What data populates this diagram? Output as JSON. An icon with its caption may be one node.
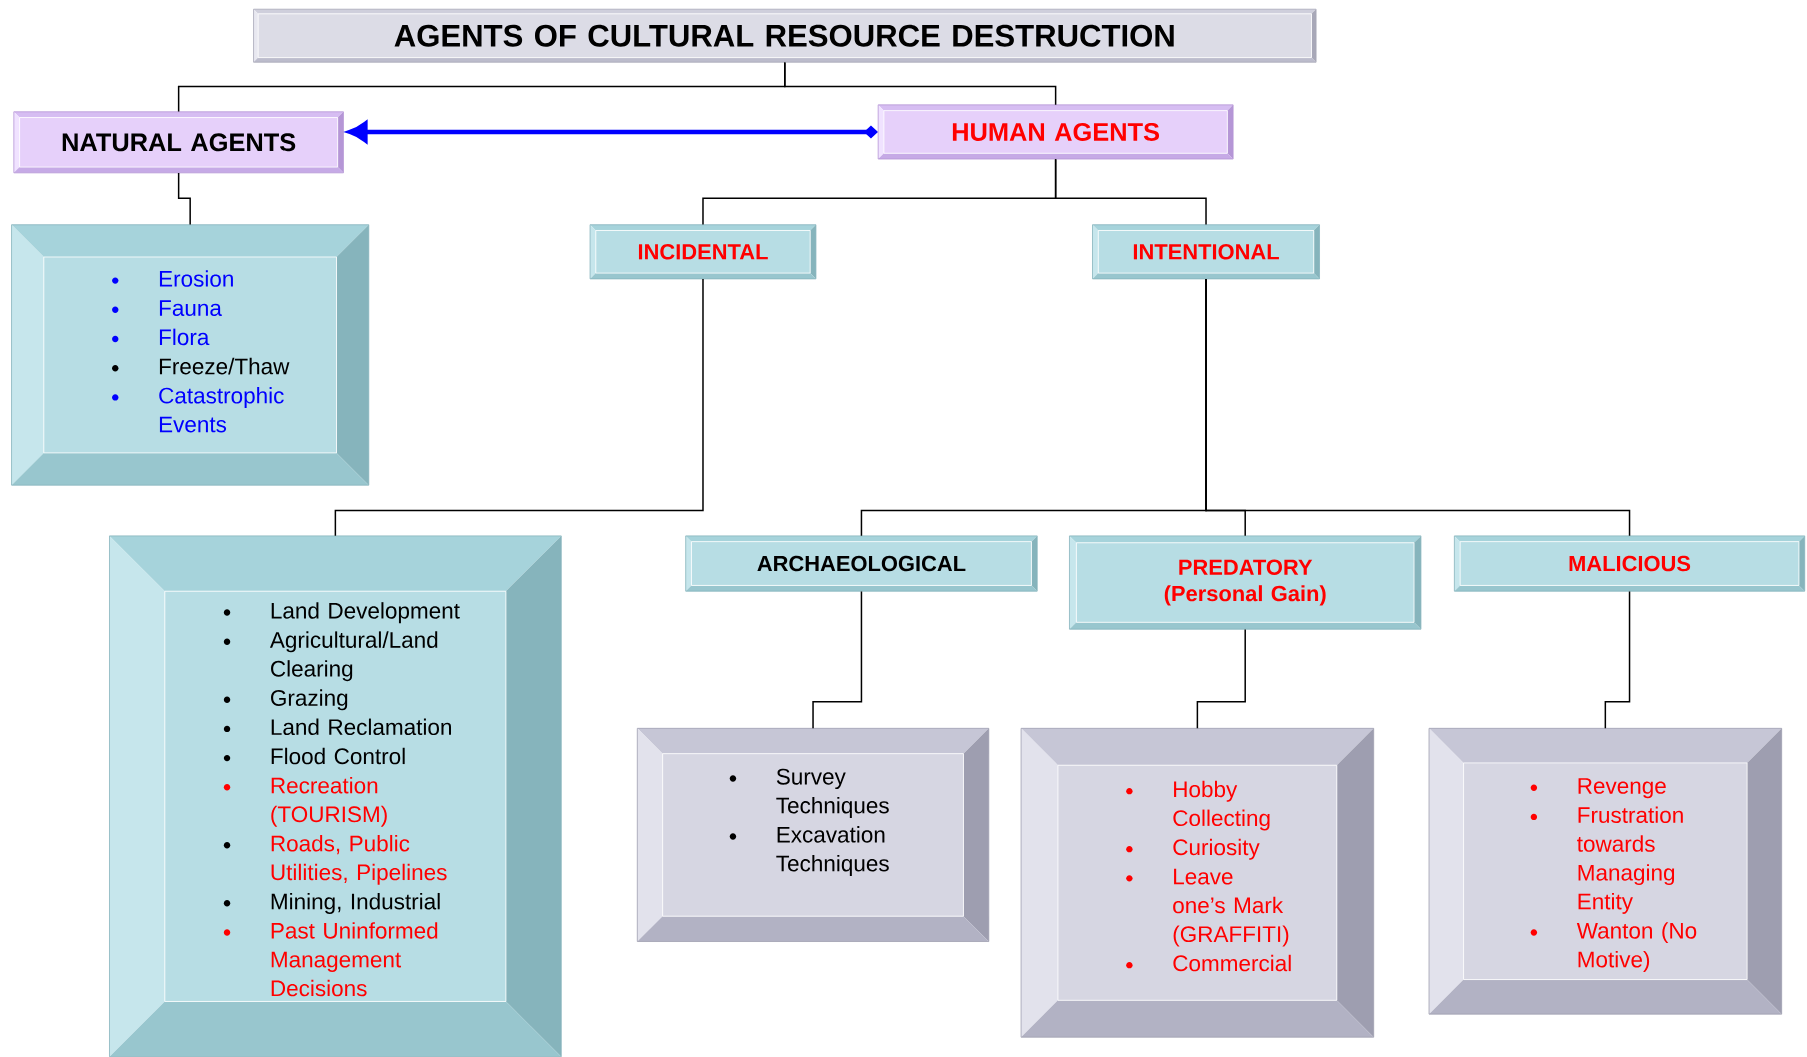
{
  "diagram": {
    "nodes": [
      {
        "text": [
          "AGENTS OF CULTURAL RESOURCE DESTRUCTION"
        ]
      },
      {
        "text": [
          "NATURAL AGENTS"
        ]
      },
      {
        "text": [
          "HUMAN AGENTS"
        ]
      },
      {
        "text": [
          "Erosion",
          "Fauna",
          "Flora",
          "Freeze/Thaw",
          "Catastrophic Events"
        ]
      },
      {
        "text": [
          "INCIDENTAL"
        ]
      },
      {
        "text": [
          "INTENTIONAL"
        ]
      },
      {
        "text": [
          "Land Development",
          "Agricultural/Land Clearing",
          "Grazing",
          "Land Reclamation",
          "Flood Control",
          "Recreation (TOURISM)",
          "Roads, Public Utilities, Pipelines",
          "Mining, Industrial",
          "Past Uninformed Management Decisions"
        ]
      },
      {
        "text": [
          "ARCHAEOLOGICAL"
        ]
      },
      {
        "text": [
          "PREDATORY (Personal Gain)"
        ]
      },
      {
        "text": [
          "MALICIOUS"
        ]
      },
      {
        "text": [
          "Survey Techniques",
          "Excavation Techniques"
        ]
      },
      {
        "text": [
          "Hobby Collecting",
          "Curiosity",
          "Leave one’s Mark (GRAFFITI)",
          "Commercial"
        ]
      },
      {
        "text": [
          "Revenge",
          "Frustration towards Managing Entity",
          "Wanton (No Motive)"
        ]
      }
    ],
    "edges": [
      {
        "from": 0,
        "to": 1,
        "arrow": "none"
      },
      {
        "from": 0,
        "to": 2,
        "arrow": "none"
      },
      {
        "from": 2,
        "to": 1,
        "arrow": "to",
        "style": "thick",
        "color": "#0000ff"
      },
      {
        "from": 1,
        "to": 3,
        "arrow": "none"
      },
      {
        "from": 2,
        "to": 4,
        "arrow": "none"
      },
      {
        "from": 2,
        "to": 5,
        "arrow": "none"
      },
      {
        "from": 4,
        "to": 6,
        "arrow": "none"
      },
      {
        "from": 5,
        "to": 7,
        "arrow": "none"
      },
      {
        "from": 5,
        "to": 8,
        "arrow": "none"
      },
      {
        "from": 5,
        "to": 9,
        "arrow": "none"
      },
      {
        "from": 7,
        "to": 10,
        "arrow": "none"
      },
      {
        "from": 8,
        "to": 11,
        "arrow": "none"
      },
      {
        "from": 9,
        "to": 12,
        "arrow": "none"
      }
    ]
  }
}
